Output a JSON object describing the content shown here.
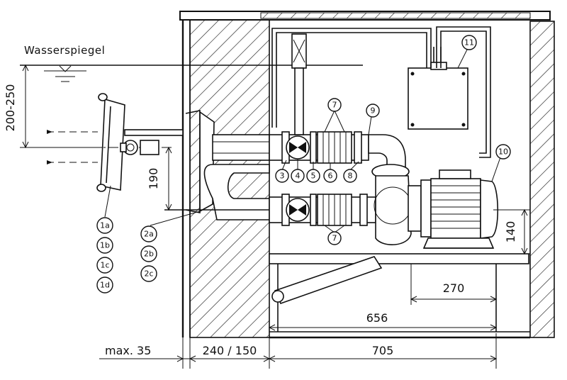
{
  "water_level_label": "Wasserspiegel",
  "dimensions": {
    "depth_range": "200-250",
    "pipe_spacing": "190",
    "pump_height": "140",
    "pump_offset": "270",
    "total_length": "656",
    "max_distance": "max. 35",
    "wall_thickness": "240 / 150",
    "basin_width": "705"
  },
  "callouts": {
    "c3": "3",
    "c4": "4",
    "c5": "5",
    "c6": "6",
    "c7_top": "7",
    "c7_bottom": "7",
    "c8": "8",
    "c9": "9",
    "c10": "10",
    "c11": "11",
    "c1a": "1a",
    "c1b": "1b",
    "c1c": "1c",
    "c1d": "1d",
    "c2a": "2a",
    "c2b": "2b",
    "c2c": "2c"
  }
}
